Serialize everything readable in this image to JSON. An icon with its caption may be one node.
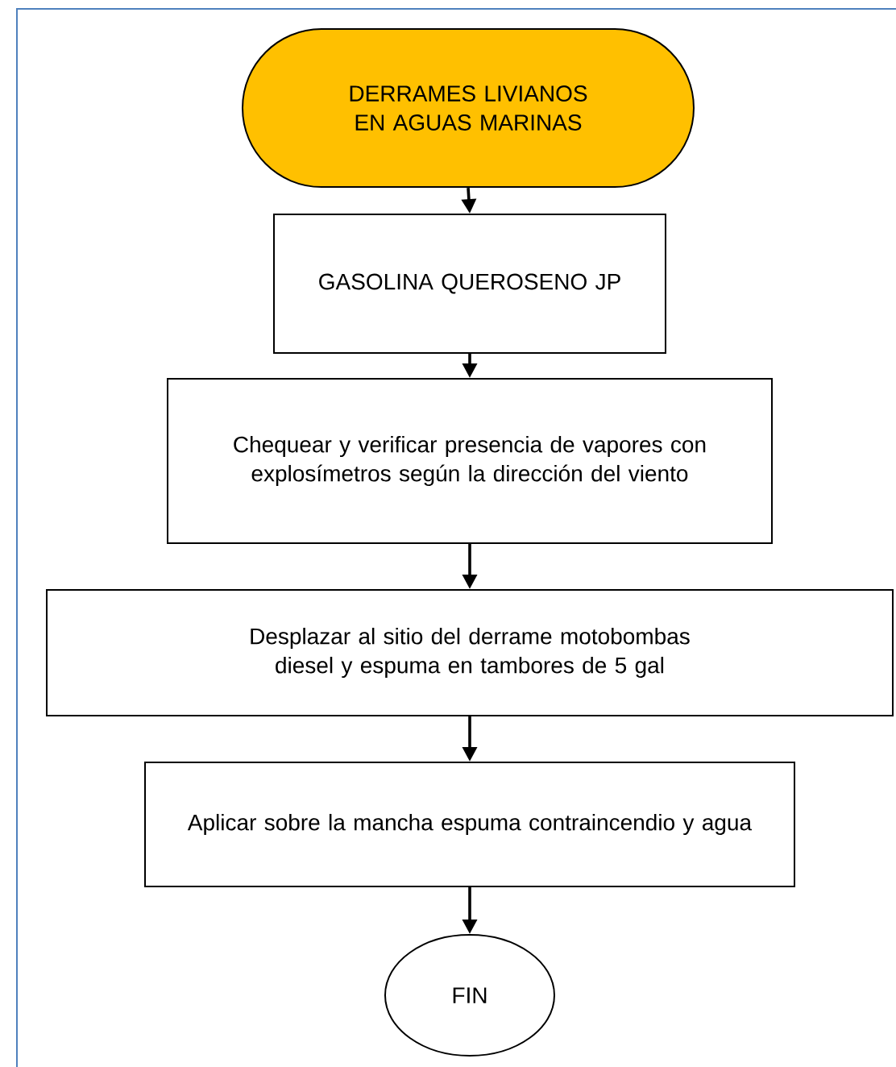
{
  "diagram": {
    "nodes": [
      {
        "text": [
          "DERRAMES LIVIANOS EN AGUAS MARINAS"
        ]
      },
      {
        "text": [
          "GASOLINA QUEROSENO JP"
        ]
      },
      {
        "text": [
          "Chequear y verificar presencia de vapores con explosímetros según la dirección del viento"
        ]
      },
      {
        "text": [
          "Desplazar al sitio del derrame motobombas diesel y espuma en tambores de 5 gal"
        ]
      },
      {
        "text": [
          "Aplicar sobre la mancha espuma contraincendio y agua"
        ]
      },
      {
        "text": [
          "FIN"
        ]
      }
    ],
    "edges": [
      {
        "from": 0,
        "to": 1,
        "arrow": "to"
      },
      {
        "from": 1,
        "to": 2,
        "arrow": "to"
      },
      {
        "from": 2,
        "to": 3,
        "arrow": "to"
      },
      {
        "from": 3,
        "to": 4,
        "arrow": "to"
      },
      {
        "from": 4,
        "to": 5,
        "arrow": "to"
      }
    ]
  }
}
